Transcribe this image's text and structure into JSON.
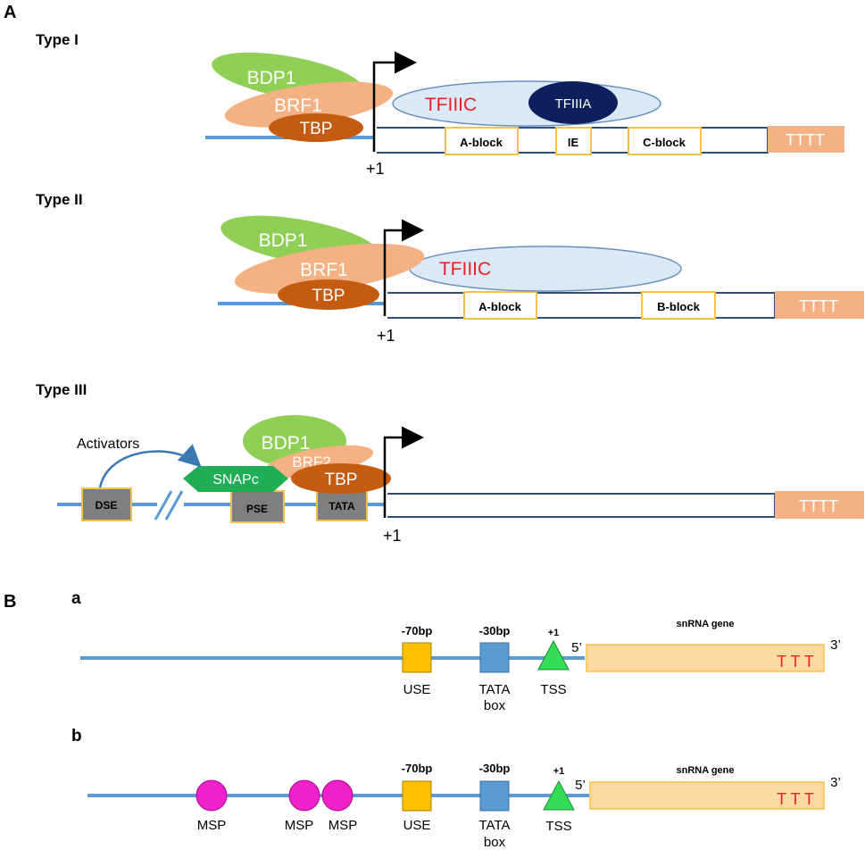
{
  "panels": {
    "A": {
      "letter": "A",
      "type1": {
        "title": "Type I",
        "factors": {
          "bdp1": "BDP1",
          "brf1": "BRF1",
          "tbp": "TBP",
          "tfiiic": "TFIIIC",
          "tfiiia": "TFIIIA"
        },
        "elements": {
          "a_block": "A-block",
          "ie": "IE",
          "c_block": "C-block",
          "terminator": "TTTT"
        },
        "start_site": "+1"
      },
      "type2": {
        "title": "Type II",
        "factors": {
          "bdp1": "BDP1",
          "brf1": "BRF1",
          "tbp": "TBP",
          "tfiiic": "TFIIIC"
        },
        "elements": {
          "a_block": "A-block",
          "b_block": "B-block",
          "terminator": "TTTT"
        },
        "start_site": "+1"
      },
      "type3": {
        "title": "Type III",
        "activators": "Activators",
        "factors": {
          "bdp1": "BDP1",
          "brf2": "BRF2",
          "tbp": "TBP",
          "snapc": "SNAPc"
        },
        "elements": {
          "dse": "DSE",
          "pse": "PSE",
          "tata": "TATA",
          "terminator": "TTTT"
        },
        "start_site": "+1"
      }
    },
    "B": {
      "letter": "B",
      "a": {
        "label": "a",
        "use_position": "-70bp",
        "tata_position": "-30bp",
        "tss_position": "+1",
        "use": "USE",
        "tata_line1": "TATA",
        "tata_line2": "box",
        "tss": "TSS",
        "gene": "snRNA gene",
        "five_prime": "5’",
        "three_prime": "3’",
        "terminator": "T T T"
      },
      "b": {
        "label": "b",
        "msp1": "MSP",
        "msp2": "MSP",
        "msp3": "MSP",
        "use_position": "-70bp",
        "tata_position": "-30bp",
        "tss_position": "+1",
        "use": "USE",
        "tata_line1": "TATA",
        "tata_line2": "box",
        "tss": "TSS",
        "gene": "snRNA gene",
        "five_prime": "5’",
        "three_prime": "3’",
        "terminator": "T T T"
      }
    }
  },
  "colors": {
    "dna_line": "#5b9bd5",
    "dna_strand": "#2e4f7a",
    "bdp1": "#8fcf55",
    "brf": "#f4b183",
    "tbp": "#c55a11",
    "tfiiic": "#dbe9f6",
    "tfiiia": "#0d1f5c",
    "red_text": "#e8202a",
    "element_border": "#f2c14e",
    "terminator": "#f4b183",
    "snapc": "#1fae55",
    "gray_box": "#7f7f7f",
    "use_box": "#ffc000",
    "tata_box": "#5b9bd5",
    "tss": "#33dd55",
    "gene_fill": "#fcd9a0",
    "msp": "#f020c8"
  }
}
